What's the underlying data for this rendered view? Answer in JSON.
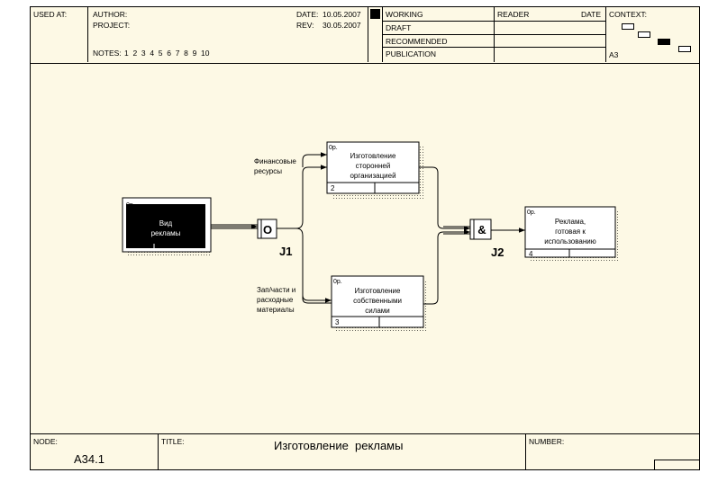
{
  "header": {
    "used_at_label": "USED AT:",
    "author_label": "AUTHOR:",
    "project_label": "PROJECT:",
    "notes_label": "NOTES:",
    "notes_numbers": "1  2  3  4  5  6  7  8  9  10",
    "date_label": "DATE:",
    "date_value": "10.05.2007",
    "rev_label": "REV:",
    "rev_value": "30.05.2007",
    "status_items": [
      "WORKING",
      "DRAFT",
      "RECOMMENDED",
      "PUBLICATION"
    ],
    "reader_label": "READER",
    "reader_date_label": "DATE",
    "context_label": "CONTEXT:",
    "context_page": "A3"
  },
  "diagram": {
    "boxes": [
      {
        "label_lines": [
          "Вид",
          "рекламы"
        ],
        "corner": "0р.",
        "number": ""
      },
      {
        "label_lines": [
          "Изготовление",
          "сторонней",
          "организацией"
        ],
        "corner": "0р.",
        "number": "2"
      },
      {
        "label_lines": [
          "Изготовление",
          "собственными",
          "силами"
        ],
        "corner": "0р.",
        "number": "3"
      },
      {
        "label_lines": [
          "Реклама,",
          "готовая к",
          "использованию"
        ],
        "corner": "0р.",
        "number": "4"
      }
    ],
    "junctions": [
      {
        "symbol": "O",
        "name": "J1"
      },
      {
        "symbol": "&",
        "name": "J2"
      }
    ],
    "arrow_labels": [
      {
        "lines": [
          "Финансовые",
          "ресурсы"
        ]
      },
      {
        "lines": [
          "Зап/части и",
          "расходные",
          "материалы"
        ]
      }
    ]
  },
  "footer": {
    "node_label": "NODE:",
    "node_value": "A34.1",
    "title_label": "TITLE:",
    "title_value": "Изготовление  рекламы",
    "number_label": "NUMBER:"
  }
}
